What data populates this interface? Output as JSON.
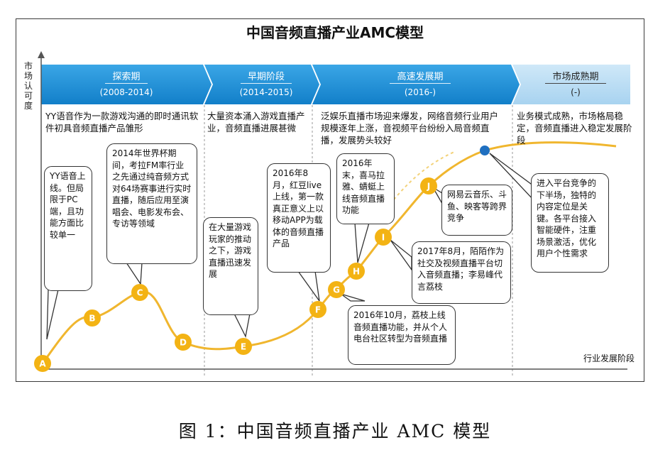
{
  "title": "中国音频直播产业AMC模型",
  "y_axis_label": "市场认可度",
  "x_axis_label": "行业发展阶段",
  "caption": "图 1：中国音频直播产业 AMC 模型",
  "colors": {
    "stage_dark_blue": "#1f8fd6",
    "stage_light_blue": "#b9dcf3",
    "curve": "#f0b62e",
    "marker": "#f3b314",
    "mature_dot": "#1f6fc0"
  },
  "stages": [
    {
      "name": "探索期",
      "period": "(2008-2014)",
      "description": "YY语音作为一款游戏沟通的即时通讯软件初具音频直播产品雏形"
    },
    {
      "name": "早期阶段",
      "period": "(2014-2015)",
      "description": "大量资本涌入游戏直播产业，音频直播进展甚微"
    },
    {
      "name": "高速发展期",
      "period": "(2016-)",
      "description": "泛娱乐直播市场迎来爆发，网络音频行业用户规模逐年上涨，音视频平台纷纷入局音频直播，发展势头较好"
    },
    {
      "name": "市场成熟期",
      "period": "(-)",
      "description": "业务模式成熟，市场格局稳定，音频直播进入稳定发展阶段"
    }
  ],
  "markers": [
    "A",
    "B",
    "C",
    "D",
    "E",
    "F",
    "G",
    "H",
    "I",
    "J"
  ],
  "callouts": {
    "A": "YY语音上线。但局限于PC端，且功能方面比较单一",
    "C": "2014年世界杯期间，考拉FM率行业之先通过纯音频方式对64场赛事进行实时直播，随后应用至演唱会、电影发布会、专访等领域",
    "E": "在大量游戏玩家的推动之下，游戏直播迅速发展",
    "F": "2016年8月，红豆live上线，第一款真正意义上以移动APP为载体的音频直播产品",
    "G": "2016年10月，荔枝上线音频直播功能，并从个人电台社区转型为音频直播",
    "H": "2016年末，喜马拉雅、蜻蜓上线音频直播功能",
    "I": "2017年8月，陌陌作为社交及视频直播平台切入音频直播；李易峰代言荔枝",
    "J": "网易云音乐、斗鱼、映客等跨界竞争",
    "mature": "进入平台竞争的下半场，独特的内容定位是关键。各平台接入智能硬件，注重场景激活，优化用户个性需求"
  }
}
